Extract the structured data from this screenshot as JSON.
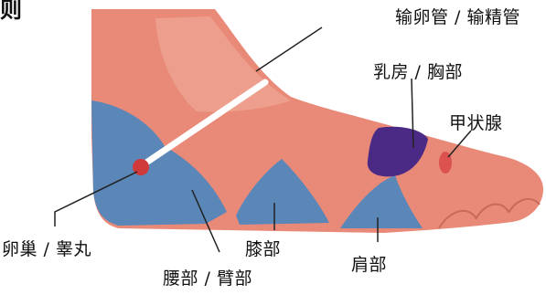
{
  "corner_fragment": "则",
  "labels": {
    "vas_deferens": "输卵管 / 输精管",
    "breast_chest": "乳房 / 胸部",
    "thyroid": "甲状腺",
    "ovary_testis": "卵巢 / 睾丸",
    "knee": "膝部",
    "shoulder": "肩部",
    "waist_arm": "腰部 / 臂部"
  },
  "colors": {
    "skin": "#e98a78",
    "skin_light": "#f4b6a6",
    "zone_blue": "#5a86b8",
    "breast_zone": "#4b2a86",
    "thyroid_zone": "#d84848",
    "ovary_point": "#d03a3a",
    "leader_line": "#222222"
  }
}
